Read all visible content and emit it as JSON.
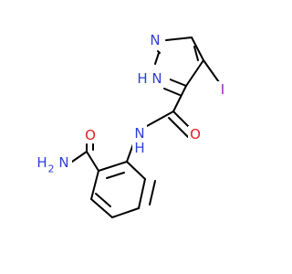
{
  "molecule": {
    "atoms": {
      "N_ring1": {
        "label": "N",
        "color": "#2F3ED8"
      },
      "NH_ring": {
        "label": "H",
        "color": "#2F3ED8"
      },
      "N_ring2": {
        "label": "N",
        "color": "#2F3ED8"
      },
      "iodine": {
        "label": "I",
        "color": "#A020C0"
      },
      "NH_amide": {
        "label": "N",
        "color": "#2F3ED8"
      },
      "H_amide": {
        "label": "H",
        "color": "#2F3ED8"
      },
      "O_amide": {
        "label": "O",
        "color": "#E02020"
      },
      "O_carbox": {
        "label": "O",
        "color": "#E02020"
      },
      "N_amine": {
        "label": "N",
        "color": "#2F3ED8"
      },
      "H2_amine": {
        "label": "H",
        "color": "#2F3ED8"
      },
      "sub2": {
        "label": "2",
        "color": "#2F3ED8"
      }
    }
  }
}
